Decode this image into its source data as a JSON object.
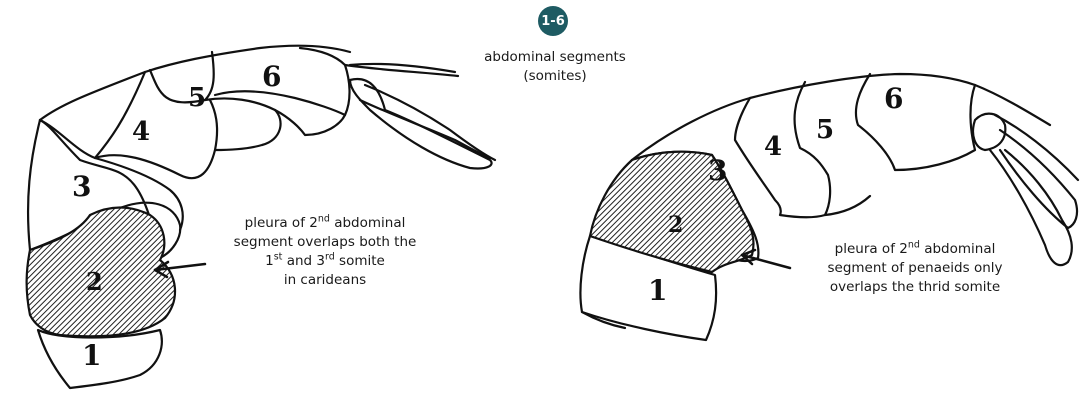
{
  "badge": {
    "label": "1-6",
    "color": "#1e5b63"
  },
  "top_caption": {
    "line1": "abdominal segments",
    "line2": "(somites)"
  },
  "left_caption": {
    "l1_pre": "pleura of 2",
    "l1_sup": "nd",
    "l1_post": " abdominal",
    "l2": "segment overlaps both the",
    "l3_a": "1",
    "l3_a_sup": "st",
    "l3_mid": " and 3",
    "l3_b_sup": "rd",
    "l3_post": " somite",
    "l4": "in carideans"
  },
  "right_caption": {
    "l1_pre": "pleura of 2",
    "l1_sup": "nd",
    "l1_post": " abdominal",
    "l2": "segment of penaeids only",
    "l3": "overlaps the thrid somite"
  },
  "left_figure": {
    "segments": [
      "1",
      "2",
      "3",
      "4",
      "5",
      "6"
    ]
  },
  "right_figure": {
    "segments": [
      "1",
      "2",
      "3",
      "4",
      "5",
      "6"
    ]
  }
}
